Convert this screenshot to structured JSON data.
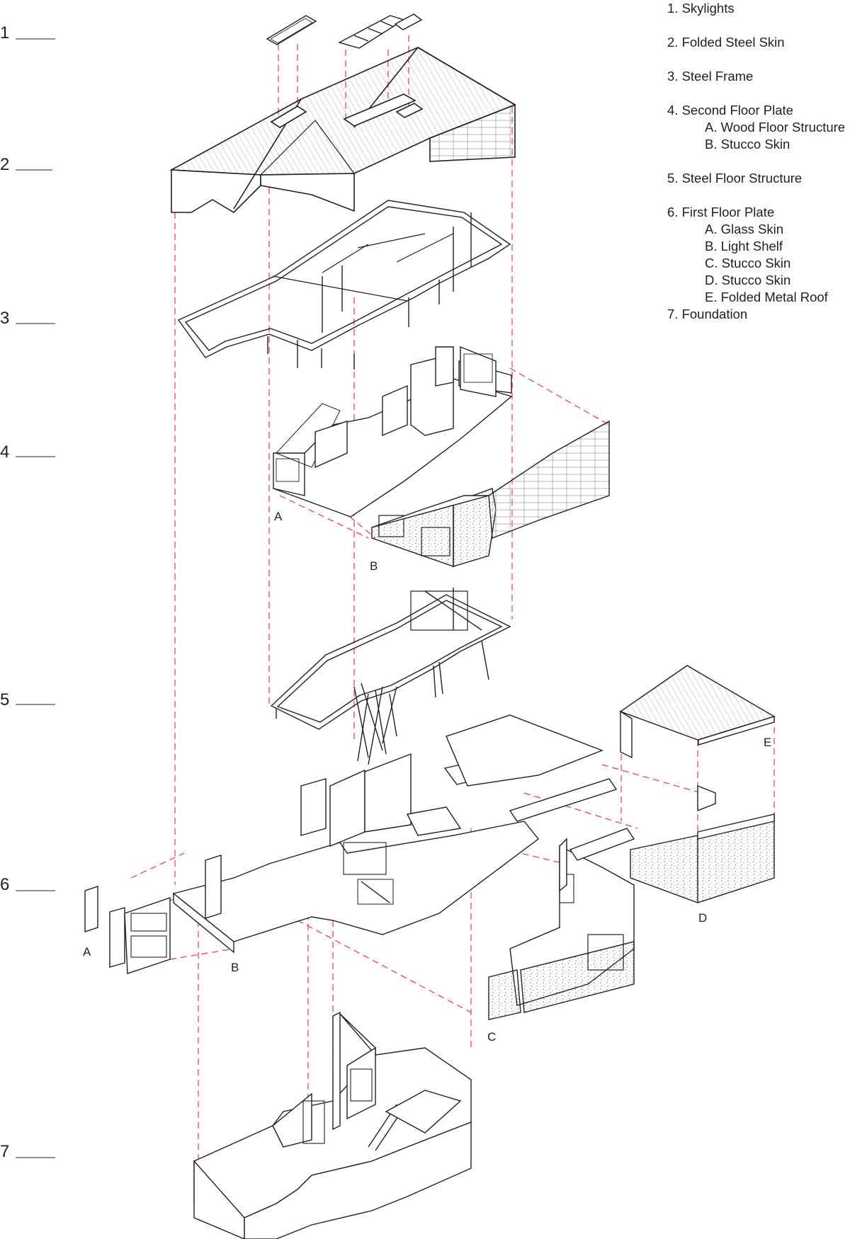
{
  "level_markers": [
    "1",
    "2",
    "3",
    "4",
    "5",
    "6",
    "7"
  ],
  "part_letters": {
    "floor4_a": "A",
    "floor4_b": "B",
    "floor6_a": "A",
    "floor6_b": "B",
    "floor6_c": "C",
    "floor6_d": "D",
    "floor6_e": "E"
  },
  "legend": {
    "items": [
      {
        "label": "1. Skylights",
        "subs": []
      },
      {
        "label": "2. Folded Steel Skin",
        "subs": []
      },
      {
        "label": "3. Steel Frame",
        "subs": []
      },
      {
        "label": "4. Second Floor Plate",
        "subs": [
          "A. Wood Floor Structure",
          "B. Stucco Skin"
        ]
      },
      {
        "label": "5. Steel Floor Structure",
        "subs": []
      },
      {
        "label": "6. First Floor Plate",
        "subs": [
          "A. Glass Skin",
          "B. Light Shelf",
          "C. Stucco Skin",
          "D. Stucco Skin",
          "E. Folded Metal Roof"
        ]
      },
      {
        "label": "7. Foundation",
        "subs": []
      }
    ]
  },
  "colors": {
    "line": "#231f20",
    "guide": "#e8384f",
    "hatch": "#9a9a9a",
    "paper": "#ffffff"
  }
}
